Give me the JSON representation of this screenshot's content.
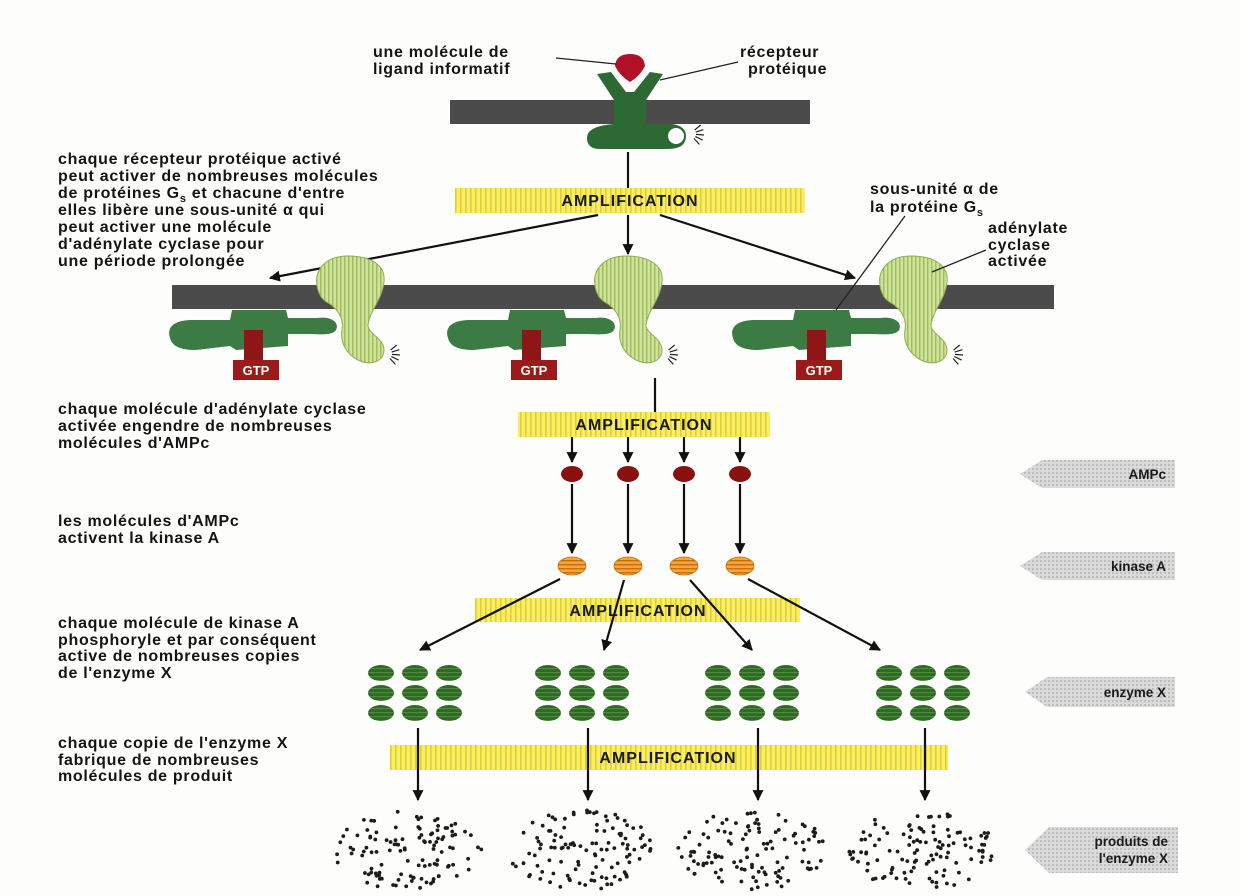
{
  "labels": {
    "ligand": [
      "une molécule de",
      "ligand informatif"
    ],
    "receptor": [
      "récepteur",
      "protéique"
    ],
    "alpha_subunit": {
      "line1": "sous-unité α de",
      "line2": {
        "pre": "la protéine G",
        "sub": "s"
      }
    },
    "adenylate_cyclase": [
      "adénylate",
      "cyclase",
      "activée"
    ]
  },
  "steps": [
    {
      "lines": [
        "chaque récepteur protéique activé",
        "peut activer de nombreuses molécules",
        {
          "pre": "de protéines G",
          "sub": "s",
          "post": " et chacune d'entre"
        },
        "elles libère une sous-unité α qui",
        "peut activer une molécule",
        "d'adénylate cyclase pour",
        "une période prolongée"
      ]
    },
    {
      "lines": [
        "chaque molécule d'adénylate cyclase",
        "activée engendre de nombreuses",
        "molécules d'AMPc"
      ]
    },
    {
      "lines": [
        "les molécules d'AMPc",
        "activent la kinase A"
      ]
    },
    {
      "lines": [
        "chaque molécule de kinase A",
        "phosphoryle et par conséquent",
        "active de nombreuses copies",
        "de l'enzyme X"
      ]
    },
    {
      "lines": [
        "chaque copie de l'enzyme X",
        "fabrique de nombreuses",
        "molécules de produit"
      ]
    }
  ],
  "amplification_label": "AMPLIFICATION",
  "gtp_label": "GTP",
  "side_labels": {
    "ampc": "AMPc",
    "kinase": "kinase A",
    "enzyme": "enzyme X",
    "products": [
      "produits de",
      "l'enzyme X"
    ]
  },
  "colors": {
    "membrane": "#4b4b4b",
    "receptor": "#2d6a33",
    "ligand": "#b0102a",
    "g_alpha": "#3d7b45",
    "adenylate_cyclase": "#cfe39c",
    "gtp": "#9b1a1a",
    "ampc": "#8b1010",
    "kinase_a": "#f4a63a",
    "enzyme_x": "#2e6a24",
    "amplification_banner": "#f8ee6a",
    "side_label": "#dadada"
  }
}
